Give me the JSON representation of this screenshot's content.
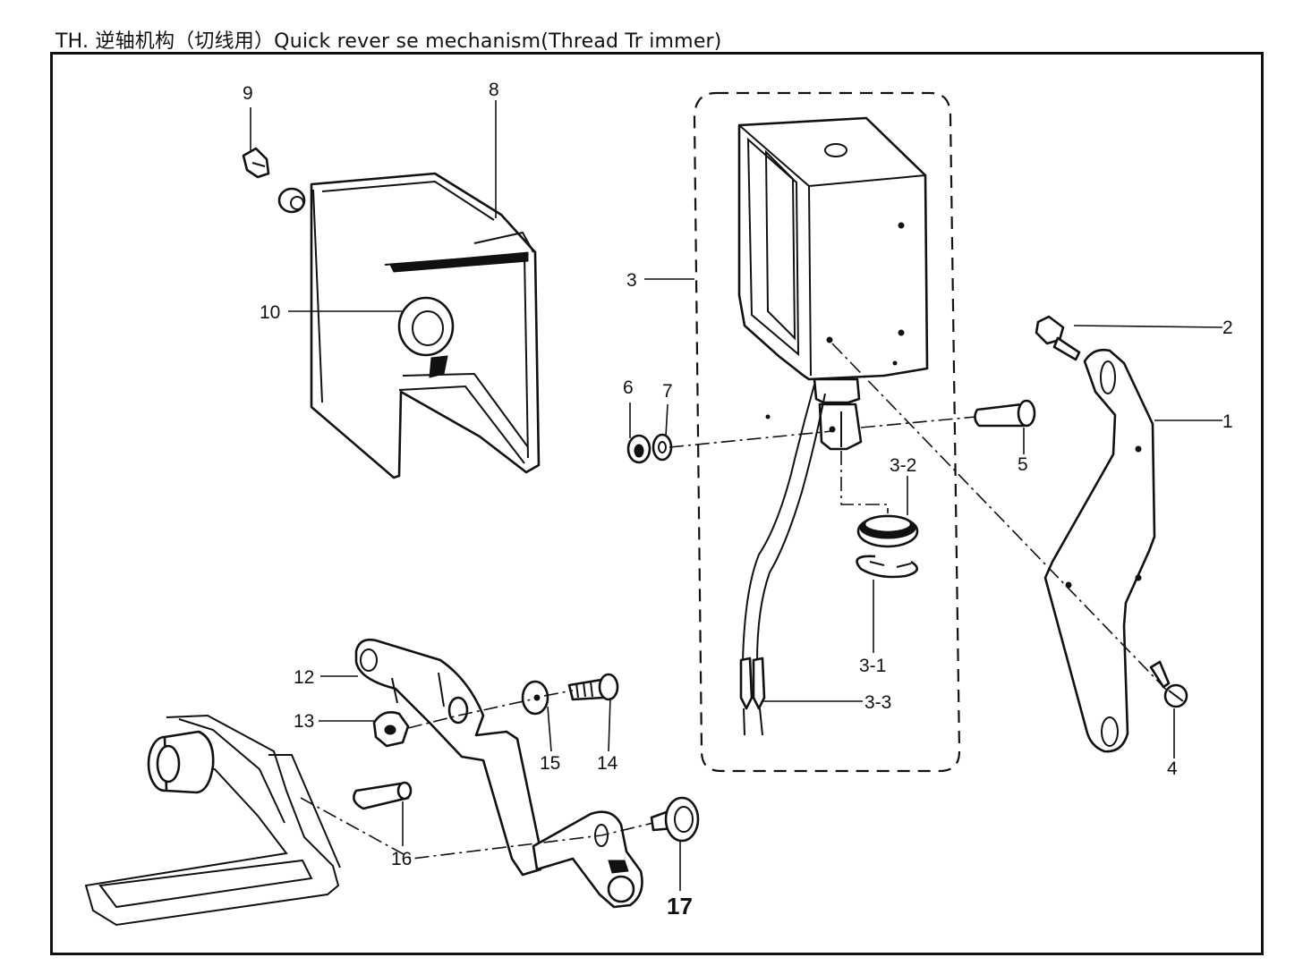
{
  "title": "TH. 逆轴机构（切线用）Quick rever se mechanism(Thread Tr immer)",
  "callouts": {
    "c1": "1",
    "c2": "2",
    "c3": "3",
    "c3_1": "3-1",
    "c3_2": "3-2",
    "c3_3": "3-3",
    "c4": "4",
    "c5": "5",
    "c6": "6",
    "c7": "7",
    "c8": "8",
    "c9": "9",
    "c10": "10",
    "c12": "12",
    "c13": "13",
    "c14": "14",
    "c15": "15",
    "c16": "16",
    "c17": "17"
  }
}
